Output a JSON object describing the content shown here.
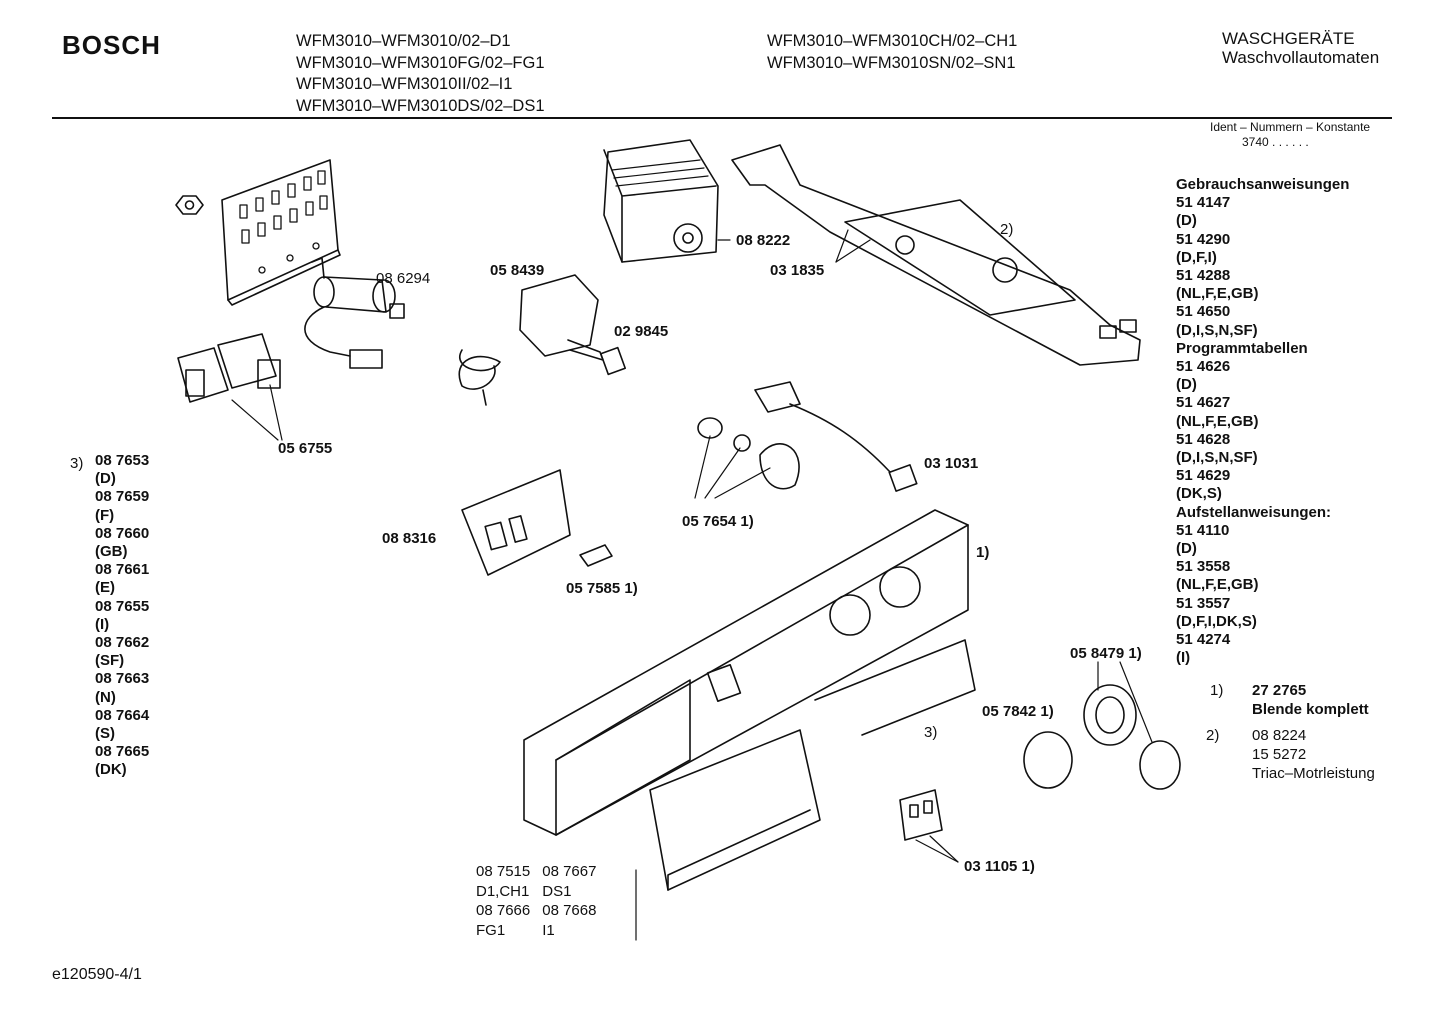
{
  "header": {
    "brand": "BOSCH",
    "models_left": [
      "WFM3010–WFM3010/02–D1",
      "WFM3010–WFM3010FG/02–FG1",
      "WFM3010–WFM3010II/02–I1",
      "WFM3010–WFM3010DS/02–DS1"
    ],
    "models_right": [
      "WFM3010–WFM3010CH/02–CH1",
      "WFM3010–WFM3010SN/02–SN1"
    ],
    "category": "WASCHGERÄTE",
    "subcategory": "Waschvollautomaten"
  },
  "ident": {
    "label": "Ident – Nummern – Konstante",
    "value": "3740 . . . . . ."
  },
  "documents": [
    "Gebrauchsanweisungen",
    "51 4147",
    "(D)",
    "51 4290",
    "(D,F,I)",
    "51 4288",
    "(NL,F,E,GB)",
    "51 4650",
    "(D,I,S,N,SF)",
    "Programmtabellen",
    "51 4626",
    "(D)",
    "51 4627",
    "(NL,F,E,GB)",
    "51 4628",
    "(D,I,S,N,SF)",
    "51 4629",
    "(DK,S)",
    "Aufstellanweisungen:",
    "51 4110",
    "(D)",
    "51 3558",
    "(NL,F,E,GB)",
    "51 3557",
    "(D,F,I,DK,S)",
    "51 4274",
    "(I)"
  ],
  "notes": {
    "n1_marker": "1)",
    "n1_part": "27 2765",
    "n1_desc": "Blende komplett",
    "n2_marker": "2)",
    "n2_part1": "08 8224",
    "n2_part2": "15 5272",
    "n2_desc": "Triac–Motrleistung"
  },
  "variants": {
    "marker": "3)",
    "items": [
      "08 7653",
      "(D)",
      "08 7659",
      "(F)",
      "08 7660",
      "(GB)",
      "08 7661",
      "(E)",
      "08 7655",
      "(I)",
      "08 7662",
      "(SF)",
      "08 7663",
      "(N)",
      "08 7664",
      "(S)",
      "08 7665",
      "(DK)"
    ]
  },
  "parts": {
    "p086294": "08 6294",
    "p056755": "05 6755",
    "p058439": "05 8439",
    "p029845": "02 9845",
    "p088222": "08 8222",
    "p031835": "03 1835",
    "p031031": "03 1031",
    "p057654": "05 7654 1)",
    "p088316": "08 8316",
    "p057585": "05 7585 1)",
    "p058479": "05 8479 1)",
    "p057842": "05 7842 1)",
    "p031105": "03 1105 1)",
    "ref1": "1)",
    "ref2": "2)",
    "ref3": "3)"
  },
  "panel_table": [
    [
      "08 7515",
      "08 7667"
    ],
    [
      "D1,CH1",
      "DS1"
    ],
    [
      "08 7666",
      "08 7668"
    ],
    [
      "FG1",
      "I1"
    ]
  ],
  "footer": "e120590-4/1"
}
